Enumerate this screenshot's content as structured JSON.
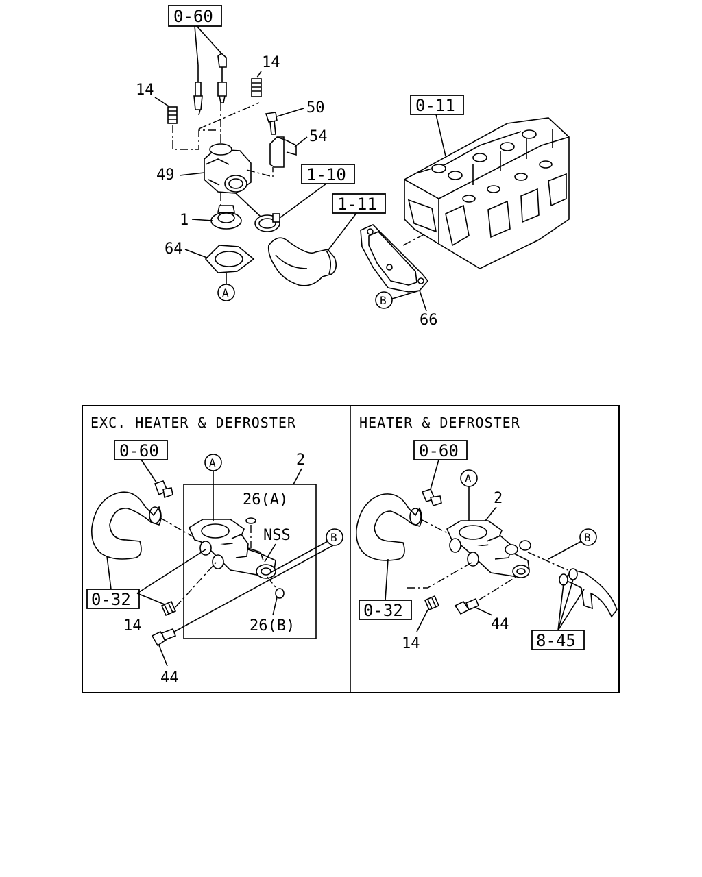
{
  "top": {
    "ref_0_60": "0-60",
    "ref_0_11": "0-11",
    "ref_1_10": "1-10",
    "ref_1_11": "1-11",
    "part_14_right": "14",
    "part_14_left": "14",
    "part_50": "50",
    "part_54": "54",
    "part_49": "49",
    "part_1": "1",
    "part_64": "64",
    "part_66": "66",
    "circle_a": "A",
    "circle_b": "B"
  },
  "panel_left": {
    "title": "EXC. HEATER & DEFROSTER",
    "ref_0_60": "0-60",
    "ref_0_32": "0-32",
    "circle_a": "A",
    "circle_b": "B",
    "part_2": "2",
    "part_26a": "26(A)",
    "part_nss": "NSS",
    "part_26b": "26(B)",
    "part_14": "14",
    "part_44": "44"
  },
  "panel_right": {
    "title": "HEATER & DEFROSTER",
    "ref_0_60": "0-60",
    "ref_0_32": "0-32",
    "ref_8_45": "8-45",
    "circle_a": "A",
    "circle_b": "B",
    "part_2": "2",
    "part_14": "14",
    "part_44": "44"
  }
}
